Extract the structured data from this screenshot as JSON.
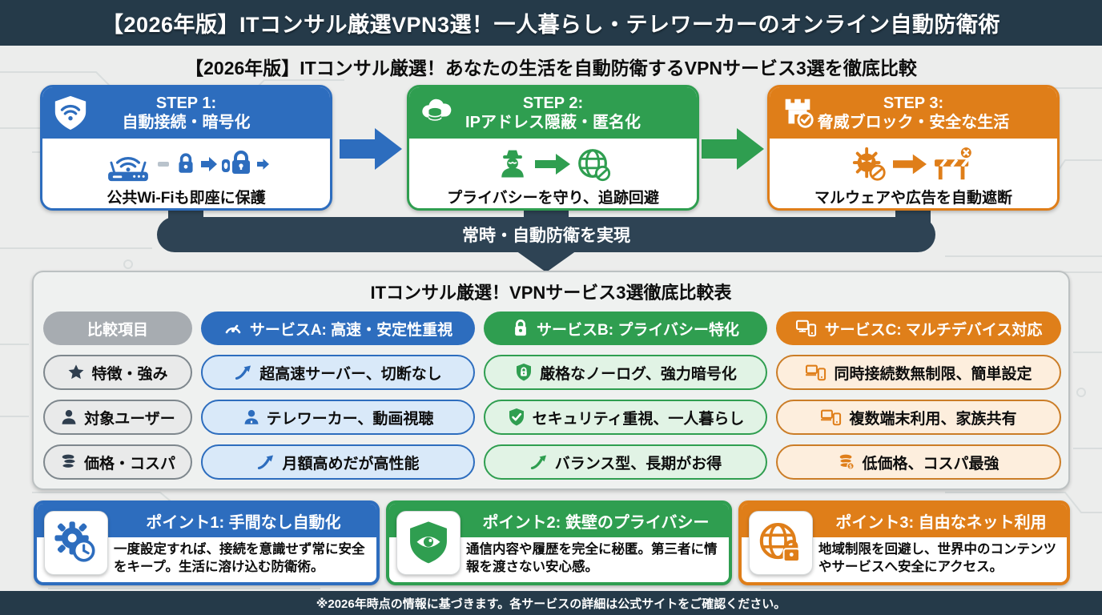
{
  "colors": {
    "navy": "#253a49",
    "blue": "#2d6dbe",
    "green": "#2f9e50",
    "orange": "#df7e19",
    "light_blue": "#d9e9f9",
    "light_green": "#e1f3e5",
    "light_orange": "#fdeedd",
    "gray_pill": "#a7acb1",
    "page_bg": "#ecedec"
  },
  "banner": {
    "title": "【2026年版】ITコンサル厳選VPN3選！一人暮らし・テレワーカーのオンライン自動防衛術"
  },
  "subtitle": "【2026年版】ITコンサル厳選！あなたの生活を自動防衛するVPNサービス3選を徹底比較",
  "steps": [
    {
      "title_line1": "STEP 1:",
      "title_line2": "自動接続・暗号化",
      "caption": "公共Wi-Fiも即座に保護",
      "header_icon": "shield-wifi-icon",
      "body_icons": "wifi-router-icon, lock-icon, arrow-icon, lock-icon",
      "color": "#2d6dbe"
    },
    {
      "title_line1": "STEP 2:",
      "title_line2": "IPアドレス隠蔽・匿名化",
      "caption": "プライバシーを守り、追跡回避",
      "header_icon": "cloud-database-icon",
      "body_icons": "spy-icon, arrow-icon, globe-blocked-icon",
      "color": "#2f9e50"
    },
    {
      "title_line1": "STEP 3:",
      "title_line2": "脅威ブロック・安全な生活",
      "caption": "マルウェアや広告を自動遮断",
      "header_icon": "fortress-check-icon",
      "body_icons": "virus-blocked-icon, arrow-icon, barrier-x-icon",
      "color": "#df7e19"
    }
  ],
  "flow_banner": {
    "label": "常時・自動防衛を実現"
  },
  "comparison": {
    "title": "ITコンサル厳選！VPNサービス3選徹底比較表",
    "columns": [
      {
        "label": "比較項目",
        "icon": ""
      },
      {
        "label": "サービスA: 高速・安定性重視",
        "icon": "speedometer-icon"
      },
      {
        "label": "サービスB: プライバシー特化",
        "icon": "lock-icon"
      },
      {
        "label": "サービスC: マルチデバイス対応",
        "icon": "devices-icon"
      }
    ],
    "rows": [
      {
        "label": "特徴・強み",
        "label_icon": "star-icon",
        "cells": [
          {
            "text": "超高速サーバー、切断なし",
            "icon": "trend-up-icon"
          },
          {
            "text": "厳格なノーログ、強力暗号化",
            "icon": "shield-lock-icon"
          },
          {
            "text": "同時接続数無制限、簡単設定",
            "icon": "laptop-phone-icon"
          }
        ]
      },
      {
        "label": "対象ユーザー",
        "label_icon": "user-icon",
        "cells": [
          {
            "text": "テレワーカー、動画視聴",
            "icon": "user-icon"
          },
          {
            "text": "セキュリティ重視、一人暮らし",
            "icon": "shield-check-icon"
          },
          {
            "text": "複数端末利用、家族共有",
            "icon": "laptop-phone-icon"
          }
        ]
      },
      {
        "label": "価格・コスパ",
        "label_icon": "coins-icon",
        "cells": [
          {
            "text": "月額高めだが高性能",
            "icon": "trend-up-icon"
          },
          {
            "text": "バランス型、長期がお得",
            "icon": "trend-up-icon"
          },
          {
            "text": "低価格、コスパ最強",
            "icon": "coins-dollar-icon"
          }
        ]
      }
    ]
  },
  "points": [
    {
      "title": "ポイント1: 手間なし自動化",
      "body": "一度設定すれば、接続を意識せず常に安全をキープ。生活に溶け込む防衛術。",
      "icon": "gear-clock-icon"
    },
    {
      "title": "ポイント2: 鉄壁のプライバシー",
      "body": "通信内容や履歴を完全に秘匿。第三者に情報を渡さない安心感。",
      "icon": "shield-eye-icon"
    },
    {
      "title": "ポイント3: 自由なネット利用",
      "body": "地域制限を回避し、世界中のコンテンツやサービスへ安全にアクセス。",
      "icon": "globe-lock-icon"
    }
  ],
  "footer": {
    "note": "※2026年時点の情報に基づきます。各サービスの詳細は公式サイトをご確認ください。"
  }
}
